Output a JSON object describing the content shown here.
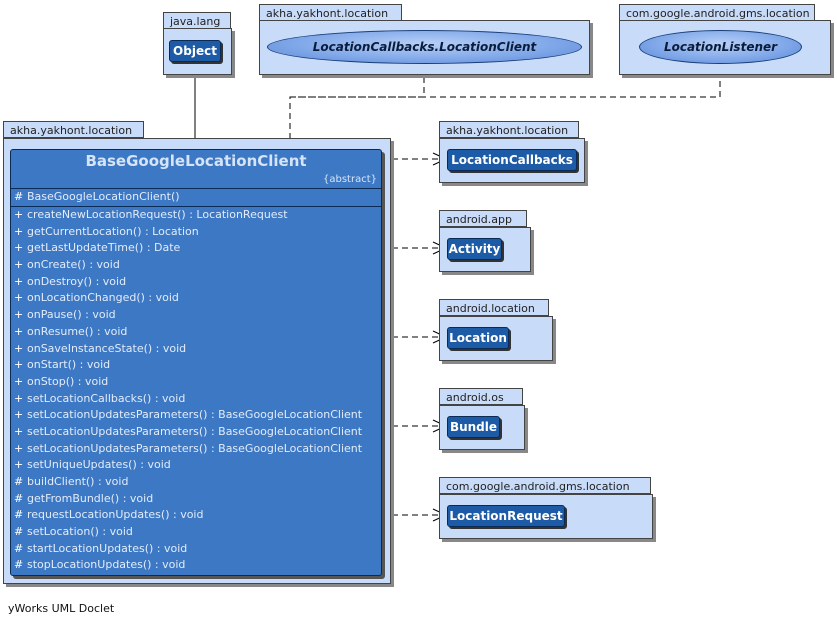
{
  "packages": {
    "java_lang": "java.lang",
    "yakhont_top": "akha.yakhont.location",
    "gms_top": "com.google.android.gms.location",
    "yakhont_main": "akha.yakhont.location",
    "yakhont_dep": "akha.yakhont.location",
    "android_app": "android.app",
    "android_location": "android.location",
    "android_os": "android.os",
    "gms_dep": "com.google.android.gms.location"
  },
  "classes": {
    "object": "Object",
    "location_callbacks": "LocationCallbacks",
    "activity": "Activity",
    "location": "Location",
    "bundle": "Bundle",
    "location_request": "LocationRequest"
  },
  "interfaces": {
    "location_client": "LocationCallbacks.LocationClient",
    "location_listener": "LocationListener"
  },
  "main_class": {
    "name": "BaseGoogleLocationClient",
    "stereotype": "{abstract}",
    "constructors": [
      {
        "vis": "#",
        "sig": "BaseGoogleLocationClient()"
      }
    ],
    "methods": [
      {
        "vis": "+",
        "sig": "createNewLocationRequest() : LocationRequest"
      },
      {
        "vis": "+",
        "sig": "getCurrentLocation() : Location"
      },
      {
        "vis": "+",
        "sig": "getLastUpdateTime() : Date"
      },
      {
        "vis": "+",
        "sig": "onCreate() : void"
      },
      {
        "vis": "+",
        "sig": "onDestroy() : void"
      },
      {
        "vis": "+",
        "sig": "onLocationChanged() : void"
      },
      {
        "vis": "+",
        "sig": "onPause() : void"
      },
      {
        "vis": "+",
        "sig": "onResume() : void"
      },
      {
        "vis": "+",
        "sig": "onSaveInstanceState() : void"
      },
      {
        "vis": "+",
        "sig": "onStart() : void"
      },
      {
        "vis": "+",
        "sig": "onStop() : void"
      },
      {
        "vis": "+",
        "sig": "setLocationCallbacks() : void"
      },
      {
        "vis": "+",
        "sig": "setLocationUpdatesParameters() : BaseGoogleLocationClient"
      },
      {
        "vis": "+",
        "sig": "setLocationUpdatesParameters() : BaseGoogleLocationClient"
      },
      {
        "vis": "+",
        "sig": "setLocationUpdatesParameters() : BaseGoogleLocationClient"
      },
      {
        "vis": "+",
        "sig": "setUniqueUpdates() : void"
      },
      {
        "vis": "#",
        "sig": "buildClient() : void"
      },
      {
        "vis": "#",
        "sig": "getFromBundle() : void"
      },
      {
        "vis": "#",
        "sig": "requestLocationUpdates() : void"
      },
      {
        "vis": "#",
        "sig": "setLocation() : void"
      },
      {
        "vis": "#",
        "sig": "startLocationUpdates() : void"
      },
      {
        "vis": "#",
        "sig": "stopLocationUpdates() : void"
      }
    ]
  },
  "footer": "yWorks UML Doclet"
}
